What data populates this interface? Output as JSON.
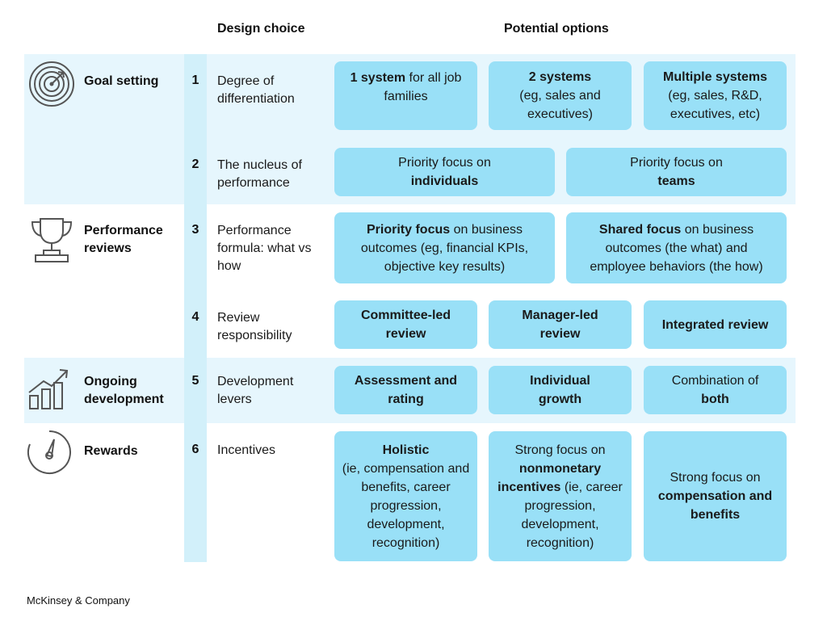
{
  "headers": {
    "design_choice": "Design choice",
    "potential_options": "Potential options"
  },
  "categories": [
    {
      "label": "Goal setting",
      "icon": "target-icon"
    },
    {
      "label": "Performance reviews",
      "icon": "trophy-icon"
    },
    {
      "label": "Ongoing development",
      "icon": "growth-chart-icon"
    },
    {
      "label": "Rewards",
      "icon": "gauge-icon"
    }
  ],
  "rows": [
    {
      "num": "1",
      "choice": "Degree of differentiation",
      "options": [
        {
          "bold": "1 system",
          "rest": " for all job families"
        },
        {
          "bold": "2 systems",
          "rest": "(eg, sales and executives)"
        },
        {
          "bold": "Multiple systems",
          "rest": "(eg, sales, R&D, executives, etc)"
        }
      ]
    },
    {
      "num": "2",
      "choice": "The nucleus of performance",
      "options": [
        {
          "pre": "Priority focus on",
          "bold": "individuals"
        },
        {
          "pre": "Priority focus on",
          "bold": "teams"
        }
      ]
    },
    {
      "num": "3",
      "choice": "Performance formula: what vs how",
      "options": [
        {
          "bold": "Priority focus",
          "rest": " on business outcomes (eg, financial KPIs, objective key results)"
        },
        {
          "bold": "Shared focus",
          "rest": " on business outcomes (the what) and employee behaviors (the how)"
        }
      ]
    },
    {
      "num": "4",
      "choice": "Review responsibility",
      "options": [
        {
          "bold": "Committee-led review"
        },
        {
          "bold": "Manager-led review"
        },
        {
          "bold": "Integrated review"
        }
      ]
    },
    {
      "num": "5",
      "choice": "Development levers",
      "options": [
        {
          "bold": "Assessment and rating"
        },
        {
          "bold": "Individual growth"
        },
        {
          "pre": "Combination of",
          "bold": "both"
        }
      ]
    },
    {
      "num": "6",
      "choice": "Incentives",
      "options": [
        {
          "bold": "Holistic",
          "rest": "(ie, compensation and benefits, career progression, development, recognition)"
        },
        {
          "pre": "Strong focus on",
          "bold": "nonmonetary incentives",
          "rest": " (ie, career progression, development, recognition)"
        },
        {
          "pre": "Strong focus on",
          "bold": "compensation and benefits"
        }
      ]
    }
  ],
  "footer": "McKinsey & Company"
}
